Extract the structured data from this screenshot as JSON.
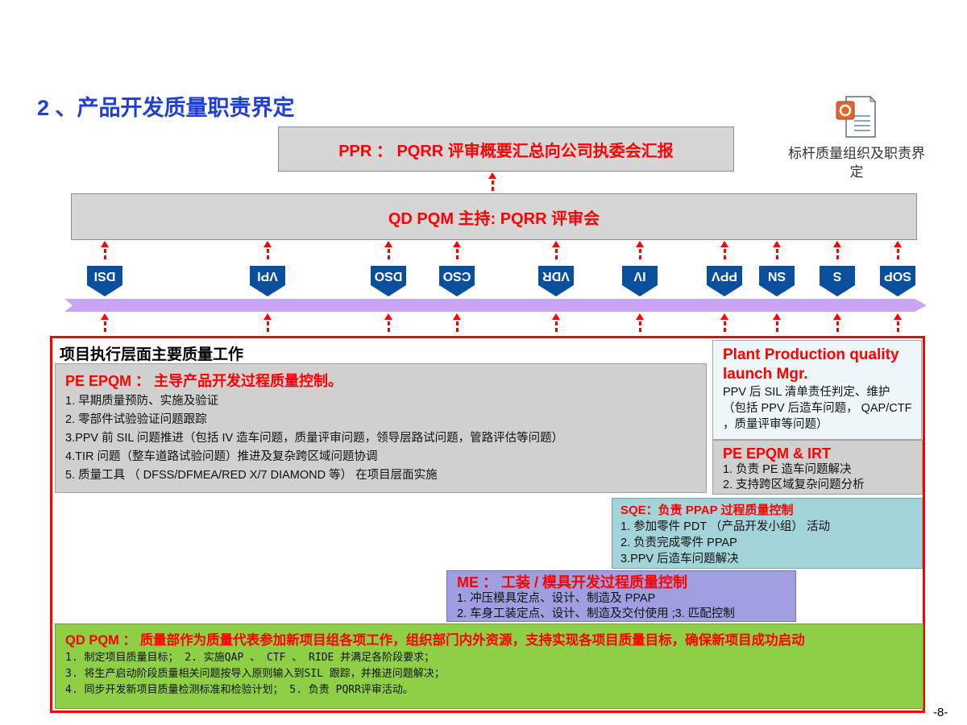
{
  "slide": {
    "title": "2 、产品开发质量职责界定",
    "page_number": "-8-"
  },
  "attachment": {
    "icon": "document-icon",
    "caption": "标杆质量组织及职责界定"
  },
  "top_boxes": {
    "ppr": "PPR ： PQRR 评审概要汇总向公司执委会汇报",
    "qd_pqm": "QD PQM  主持:  PQRR 评审会"
  },
  "milestones": [
    "DSI",
    "VPI",
    "DSO",
    "CSO",
    "VDR",
    "IV",
    "PPV",
    "SN",
    "S",
    "SOP"
  ],
  "section": {
    "title": "项目执行层面主要质量工作"
  },
  "pe_epqm": {
    "heading": "PE  EPQM ： 主导产品开发过程质量控制。",
    "items": [
      "1. 早期质量预防、实施及验证",
      "2. 零部件试验验证问题跟踪",
      "3.PPV 前 SIL 问题推进（包括 IV 造车问题，质量评审问题，领导层路试问题，管路评估等问题）",
      "4.TIR 问题（整车道路试验问题）推进及复杂跨区域问题协调",
      "5. 质量工具 （ DFSS/DFMEA/RED X/7 DIAMOND 等） 在项目层面实施"
    ]
  },
  "plant": {
    "heading": "Plant  Production quality launch Mgr.",
    "body": "PPV 后 SIL 清单责任判定、维护（包括 PPV 后造车问题， QAP/CTF ，质量评审等问题）"
  },
  "pe_irt": {
    "heading": "PE  EPQM & IRT",
    "items": [
      "1. 负责 PE 造车问题解决",
      "2. 支持跨区域复杂问题分析"
    ]
  },
  "sqe": {
    "heading": "SQE：负责 PPAP 过程质量控制",
    "items": [
      "1. 参加零件 PDT （产品开发小组） 活动",
      "2. 负责完成零件 PPAP",
      "3.PPV 后造车问题解决"
    ]
  },
  "me": {
    "heading": "ME ： 工装 / 模具开发过程质量控制",
    "items": [
      "1. 冲压模具定点、设计、制造及 PPAP",
      "2. 车身工装定点、设计、制造及交付使用 ;3. 匹配控制"
    ]
  },
  "qd_pqm": {
    "heading": "QD  PQM ： 质量部作为质量代表参加新项目组各项工作，组织部门内外资源，支持实现各项目质量目标，确保新项目成功启动",
    "items": [
      "1. 制定项目质量目标； 2. 实施QAP 、 CTF 、 RIDE 并满足各阶段要求；",
      "3. 将生产启动阶段质量相关问题按导入原则输入到SIL 跟踪，并推进问题解决；",
      "4. 同步开发新项目质量检测标准和检验计划；   5. 负责 PQRR评审活动。"
    ]
  },
  "colors": {
    "title_blue": "#1f3fd8",
    "accent_red": "#ff0000",
    "milestone_blue": "#0a4f9e",
    "timeline_purple": "#c9a6f2",
    "gray_box": "#d0d0d0",
    "sqe_teal": "#a3d4d9",
    "me_purple": "#9e9ee0",
    "qd_green": "#8ecf45"
  }
}
